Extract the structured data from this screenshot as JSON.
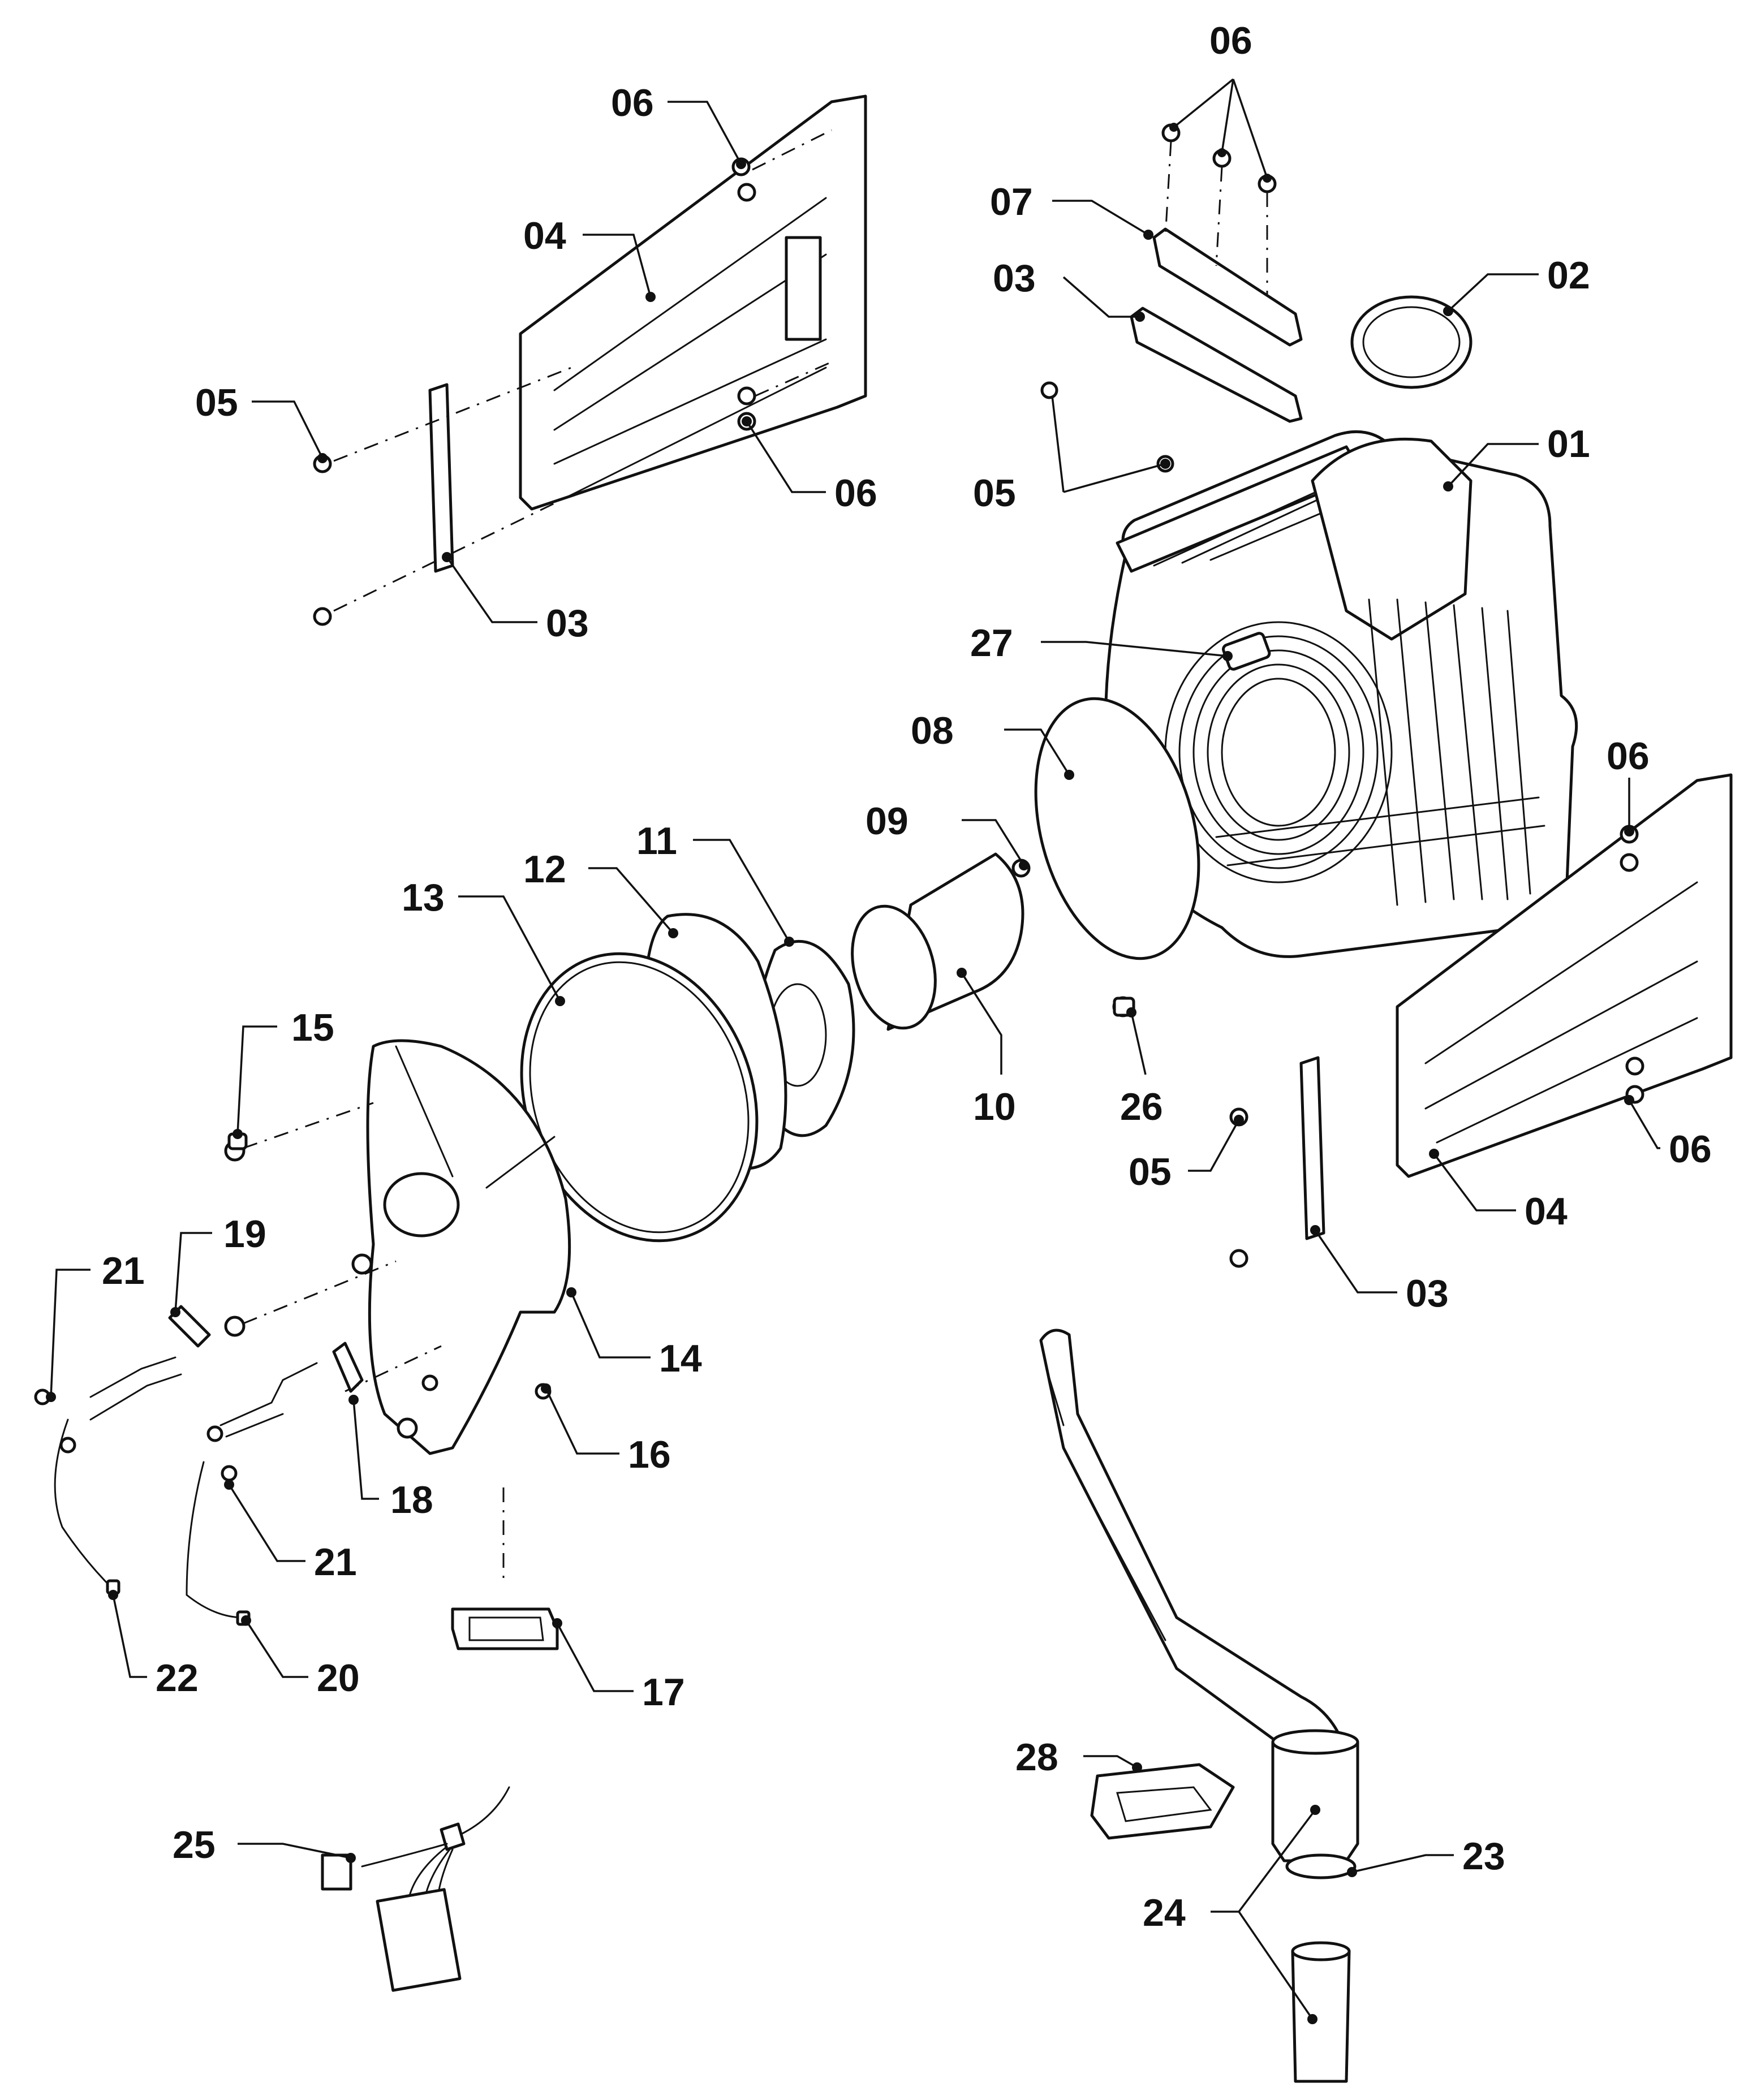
{
  "callouts": [
    {
      "id": "c01",
      "label": "01"
    },
    {
      "id": "c02",
      "label": "02"
    },
    {
      "id": "c03a",
      "label": "03"
    },
    {
      "id": "c03b",
      "label": "03"
    },
    {
      "id": "c03c",
      "label": "03"
    },
    {
      "id": "c04a",
      "label": "04"
    },
    {
      "id": "c04b",
      "label": "04"
    },
    {
      "id": "c05a",
      "label": "05"
    },
    {
      "id": "c05b",
      "label": "05"
    },
    {
      "id": "c05c",
      "label": "05"
    },
    {
      "id": "c06a",
      "label": "06"
    },
    {
      "id": "c06b",
      "label": "06"
    },
    {
      "id": "c06c",
      "label": "06"
    },
    {
      "id": "c06d",
      "label": "06"
    },
    {
      "id": "c06e",
      "label": "06"
    },
    {
      "id": "c07",
      "label": "07"
    },
    {
      "id": "c08",
      "label": "08"
    },
    {
      "id": "c09",
      "label": "09"
    },
    {
      "id": "c10",
      "label": "10"
    },
    {
      "id": "c11",
      "label": "11"
    },
    {
      "id": "c12",
      "label": "12"
    },
    {
      "id": "c13",
      "label": "13"
    },
    {
      "id": "c14",
      "label": "14"
    },
    {
      "id": "c15",
      "label": "15"
    },
    {
      "id": "c16",
      "label": "16"
    },
    {
      "id": "c17",
      "label": "17"
    },
    {
      "id": "c18",
      "label": "18"
    },
    {
      "id": "c19",
      "label": "19"
    },
    {
      "id": "c20",
      "label": "20"
    },
    {
      "id": "c21a",
      "label": "21"
    },
    {
      "id": "c21b",
      "label": "21"
    },
    {
      "id": "c22",
      "label": "22"
    },
    {
      "id": "c23",
      "label": "23"
    },
    {
      "id": "c24",
      "label": "24"
    },
    {
      "id": "c25",
      "label": "25"
    },
    {
      "id": "c26",
      "label": "26"
    },
    {
      "id": "c27",
      "label": "27"
    },
    {
      "id": "c28",
      "label": "28"
    }
  ]
}
